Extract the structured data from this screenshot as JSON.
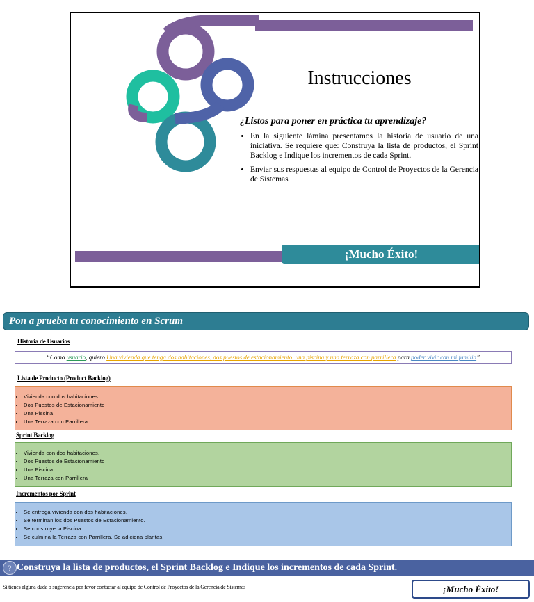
{
  "slide": {
    "title": "Instrucciones",
    "subtitle": "¿Listos para poner en práctica tu aprendizaje?",
    "bullets": [
      "En la siguiente lámina presentamos la historia de usuario de una iniciativa. Se requiere que: Construya la lista de productos, el Sprint Backlog e Indique los incrementos de cada Sprint.",
      "Enviar sus respuestas al equipo de Control de Proyectos de la Gerencia de Sistemas"
    ],
    "success": "¡Mucho Éxito!"
  },
  "section": {
    "header": "Pon a prueba tu conocimiento en Scrum",
    "story_label": "Historia de Usuarios",
    "story": {
      "open": "“Como ",
      "role": "usuario",
      "mid1": ", quiero ",
      "want": "Una vivienda que tenga dos habitaciones, dos puestos de estacionamiento, una piscina y una terraza con parrillera",
      "mid2": " para ",
      "goal": "poder vivir con mi familia",
      "close": "”"
    },
    "backlog_label": "Lista de Producto (Product Backlog)",
    "backlog_items": [
      "Vivienda con dos habitaciones.",
      "Dos Puestos de Estacionamiento",
      "Una Piscina",
      "Una Terraza con Parrillera"
    ],
    "sprint_label": "Sprint Backlog",
    "sprint_items": [
      "Vivienda con dos habitaciones.",
      "Dos Puestos de Estacionamiento",
      "Una Piscina",
      "Una Terraza con Parrillera"
    ],
    "increments_label": "Incrementos por Sprint",
    "increments_items": [
      "Se entrega vivienda con dos habitaciones.",
      "Se terminan los dos Puestos de Estacionamiento.",
      "Se construye la Piscina.",
      "Se culmina la Terraza con Parrillera. Se adiciona plantas."
    ],
    "instruction_icon": "question-icon",
    "instruction_glyph": "?",
    "instruction": "Construya la lista de productos, el Sprint Backlog e Indique los incrementos de cada Sprint.",
    "footnote": "Si tienes alguna duda o sugerencia por favor contactar al equipo de Control de Proyectos de la Gerencia de Sistemas",
    "success": "¡Mucho Éxito!"
  },
  "colors": {
    "purple": "#7c5f99",
    "teal": "#2e8b9a",
    "mint": "#1fbfa0",
    "blue": "#4a62a0",
    "orange_box": "#f4b29a",
    "green_box": "#b2d49f",
    "blue_box": "#a9c6e8"
  }
}
